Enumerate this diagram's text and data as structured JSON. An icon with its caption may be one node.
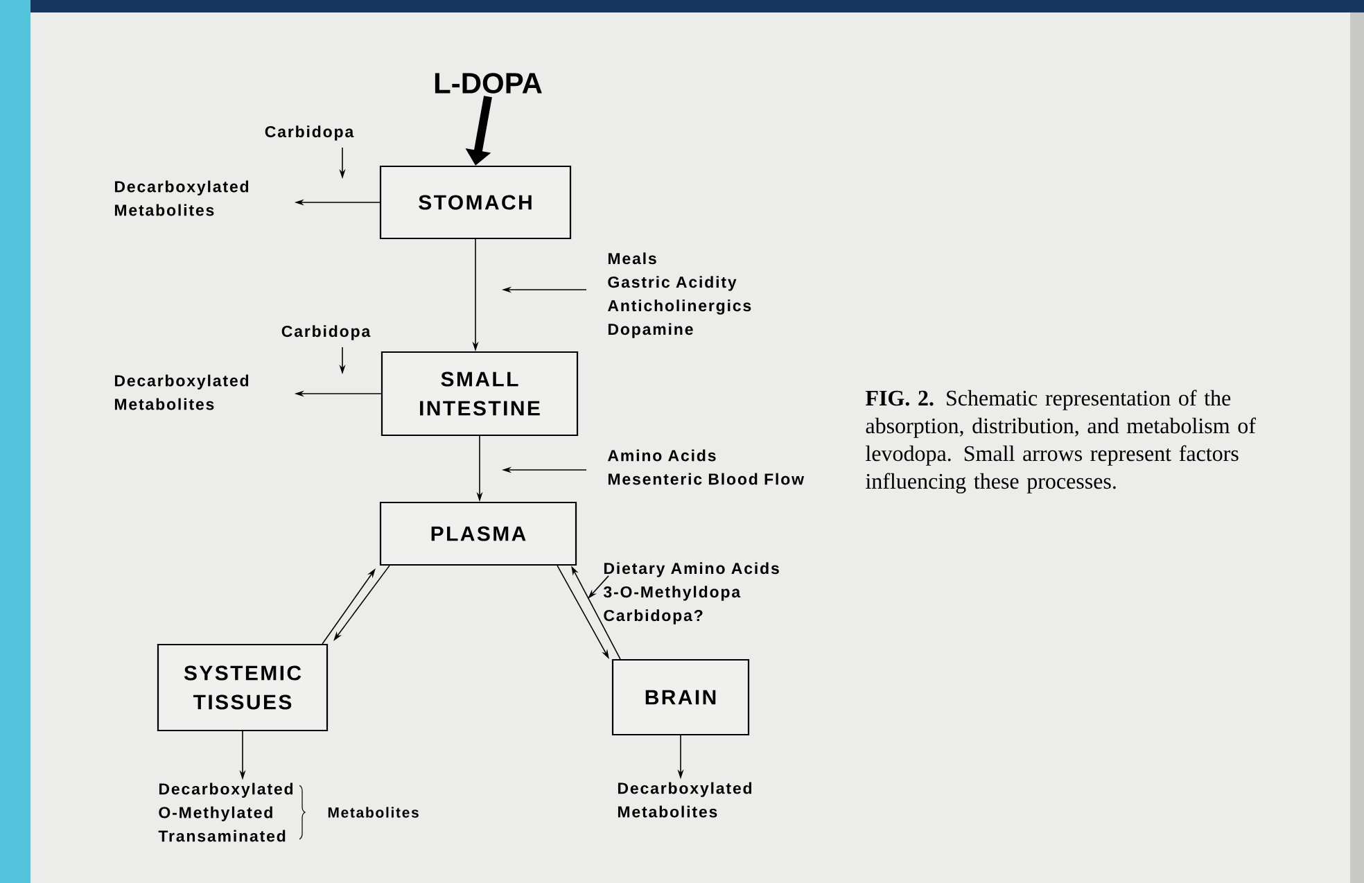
{
  "diagram": {
    "caption": "**FIG. 2.** Schematic representation of the absorption, distribution, and metabolism of levodopa. Small arrows represent factors influencing these processes.",
    "nodes": [
      {
        "text": [
          "L-DOPA"
        ]
      },
      {
        "text": [
          "STOMACH"
        ]
      },
      {
        "text": [
          "Decarboxylated Metabolites"
        ]
      },
      {
        "text": [
          "Carbidopa"
        ]
      },
      {
        "text": [
          "SMALL INTESTINE"
        ]
      },
      {
        "text": [
          "Meals",
          "Gastric Acidity",
          "Anticholinergics",
          "Dopamine"
        ]
      },
      {
        "text": [
          "Carbidopa"
        ]
      },
      {
        "text": [
          "Decarboxylated Metabolites"
        ]
      },
      {
        "text": [
          "PLASMA"
        ]
      },
      {
        "text": [
          "Amino Acids",
          "Mesenteric Blood Flow"
        ]
      },
      {
        "text": [
          "SYSTEMIC TISSUES"
        ]
      },
      {
        "text": [
          "BRAIN"
        ]
      },
      {
        "text": [
          "Dietary Amino Acids",
          "3-O-Methyldopa",
          "Carbidopa?"
        ]
      },
      {
        "text": [
          "Decarboxylated",
          "O-Methylated",
          "Transaminated"
        ],
        "beside": [
          "Metabolites"
        ]
      },
      {
        "text": [
          "Decarboxylated Metabolites"
        ]
      }
    ],
    "edges": [
      {
        "from": 0,
        "to": 1,
        "arrow": "to",
        "style": "thick"
      },
      {
        "from": 3,
        "to": null,
        "arrow": "to"
      },
      {
        "from": 1,
        "to": 2,
        "arrow": "to"
      },
      {
        "from": 1,
        "to": 4,
        "arrow": "to"
      },
      {
        "from": 5,
        "to": null,
        "arrow": "to"
      },
      {
        "from": 6,
        "to": null,
        "arrow": "to"
      },
      {
        "from": 4,
        "to": 7,
        "arrow": "to"
      },
      {
        "from": 4,
        "to": 8,
        "arrow": "to"
      },
      {
        "from": 9,
        "to": null,
        "arrow": "to"
      },
      {
        "from": 10,
        "to": 8,
        "arrow": "to"
      },
      {
        "from": 8,
        "to": 10,
        "arrow": "to"
      },
      {
        "from": 8,
        "to": 11,
        "arrow": "to"
      },
      {
        "from": 11,
        "to": 8,
        "arrow": "to"
      },
      {
        "from": 12,
        "to": null,
        "arrow": "to"
      },
      {
        "from": 10,
        "to": 13,
        "arrow": "to"
      },
      {
        "from": 11,
        "to": 14,
        "arrow": "to"
      }
    ]
  }
}
